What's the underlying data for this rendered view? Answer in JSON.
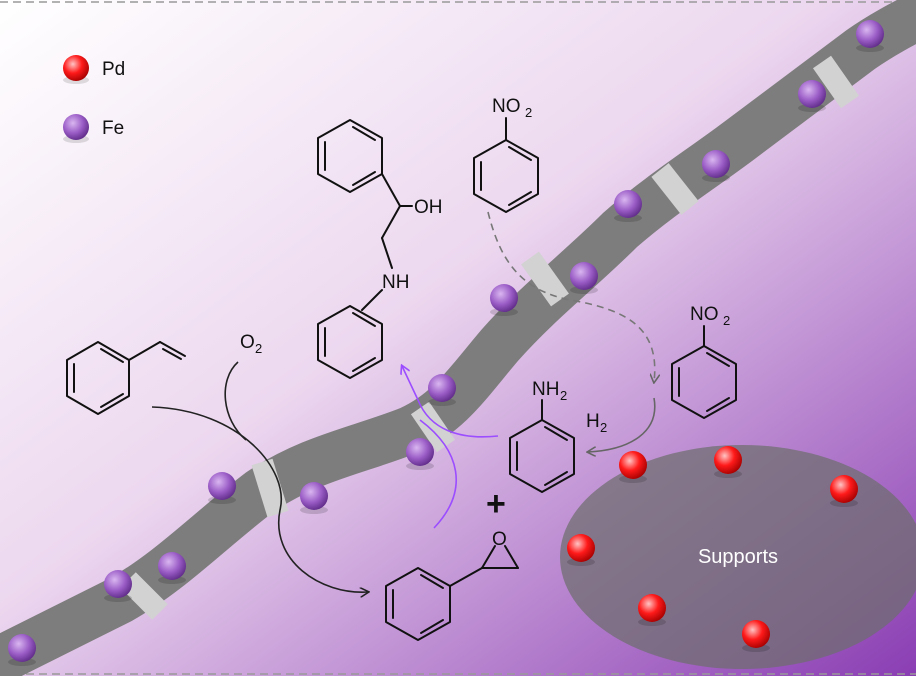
{
  "legend": {
    "items": [
      {
        "label": "Pd",
        "color": "#ff1a1a"
      },
      {
        "label": "Fe",
        "color": "#9a5cc6"
      }
    ]
  },
  "labels": {
    "oh": "OH",
    "nh": "NH",
    "no2_top": "NO",
    "no2_top_sub": "2",
    "no2_right": "NO",
    "no2_right_sub": "2",
    "nh2": "NH",
    "nh2_sub": "2",
    "h2": "H",
    "h2_sub": "2",
    "o2": "O",
    "o2_sub": "2",
    "epoxide_o": "O",
    "plus": "+",
    "supports": "Supports"
  },
  "colors": {
    "background_start": "#ffffff",
    "background_end": "#8a3db3",
    "fiber": "#7d7d7d",
    "fiber_band": "#d2d2d2",
    "fe_particle": "#9a5cc6",
    "pd_particle": "#ff1a1a",
    "support": "#6e6e6e",
    "arrow_dark": "#222222",
    "arrow_gray": "#666666",
    "arrow_purple": "#9b4dff"
  }
}
